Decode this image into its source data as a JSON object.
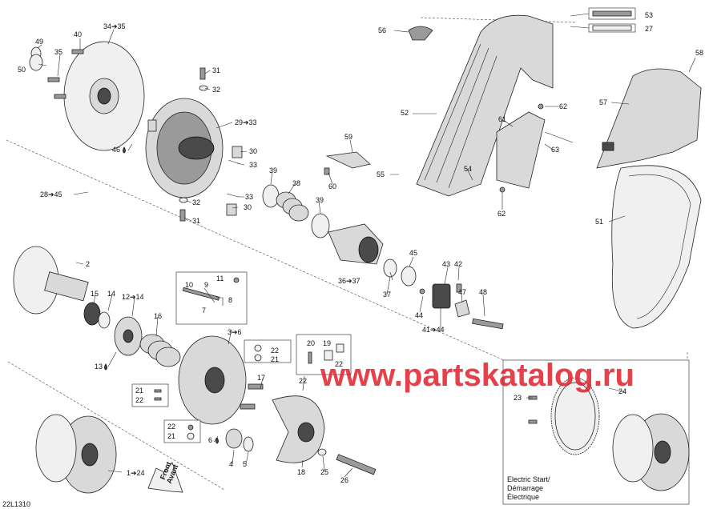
{
  "watermark": "www.partskatalog.ru",
  "diagram_code": "22L1310",
  "front_badge": {
    "line1": "Front",
    "line2": "Avant"
  },
  "electric_start": {
    "line1": "Electric Start/",
    "line2": "Démarrage",
    "line3": "Électrique"
  },
  "labels": {
    "l34_35": "34➔35",
    "l40": "40",
    "l49": "49",
    "l35": "35",
    "l50": "50",
    "l46": "46",
    "l28_45": "28➔45",
    "l31a": "31",
    "l32a": "32",
    "l29_33": "29➔33",
    "l30a": "30",
    "l33a": "33",
    "l39a": "39",
    "l38": "38",
    "l39b": "39",
    "l33b": "33",
    "l30b": "30",
    "l32b": "32",
    "l31b": "31",
    "l56": "56",
    "l53": "53",
    "l27": "27",
    "l52": "52",
    "l59": "59",
    "l55": "55",
    "l60": "60",
    "l54": "54",
    "l61": "61",
    "l62a": "62",
    "l63": "63",
    "l62b": "62",
    "l58": "58",
    "l57": "57",
    "l51": "51",
    "l2": "2",
    "l36_37": "36➔37",
    "l45": "45",
    "l43": "43",
    "l42": "42",
    "l37": "37",
    "l44": "44",
    "l47": "47",
    "l48": "48",
    "l41_44": "41➔44",
    "l10": "10",
    "l9": "9",
    "l11": "11",
    "l8": "8",
    "l7": "7",
    "l15": "15",
    "l14": "14",
    "l12_14": "12➔14",
    "l16": "16",
    "l13": "13",
    "l3_6": "3➔6",
    "l22a": "22",
    "l21a": "21",
    "l20": "20",
    "l19": "19",
    "l22b": "22",
    "l22c": "22",
    "l17": "17",
    "l21b": "21",
    "l22d": "22",
    "l22e": "22",
    "l21c": "21",
    "l6": "6",
    "l4": "4",
    "l5": "5",
    "l18": "18",
    "l25": "25",
    "l26": "26",
    "l1_24": "1➔24",
    "l23": "23",
    "l24": "24"
  }
}
